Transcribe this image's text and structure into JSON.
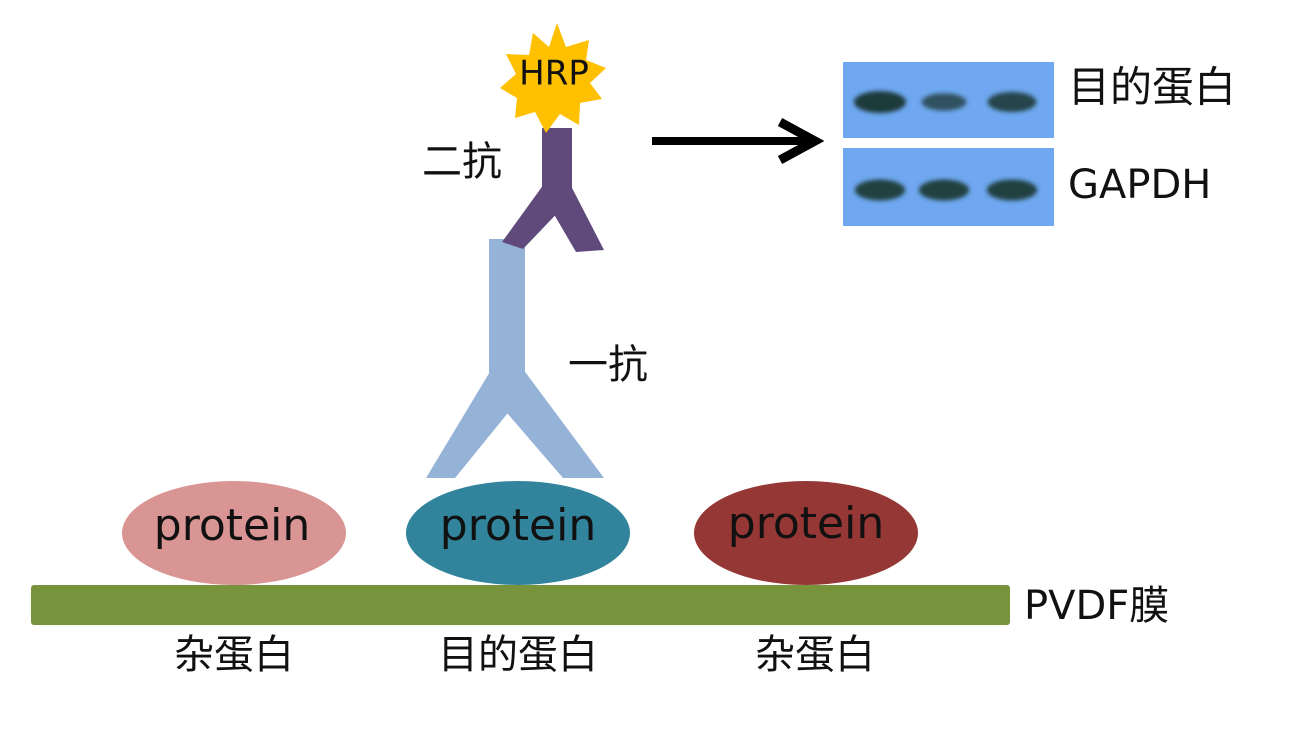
{
  "labels": {
    "hrp": "HRP",
    "secondary_antibody": "二抗",
    "primary_antibody": "一抗",
    "membrane": "PVDF膜",
    "blot_target": "目的蛋白",
    "blot_control": "GAPDH"
  },
  "proteins": [
    {
      "text": "protein",
      "caption": "杂蛋白",
      "color": "#d99594"
    },
    {
      "text": "protein",
      "caption": "目的蛋白",
      "color": "#31849b"
    },
    {
      "text": "protein",
      "caption": "杂蛋白",
      "color": "#953735"
    }
  ],
  "colors": {
    "membrane": "#77933c",
    "primary_antibody": "#95b3d7",
    "secondary_antibody": "#604a7b",
    "hrp": "#ffc000",
    "blot_background": "#6fa8f0",
    "band": "#1f3b3a",
    "arrow": "#000000"
  },
  "blot": {
    "target_band_intensities": [
      1.0,
      0.55,
      0.8
    ],
    "control_band_intensities": [
      0.9,
      0.9,
      0.9
    ]
  }
}
